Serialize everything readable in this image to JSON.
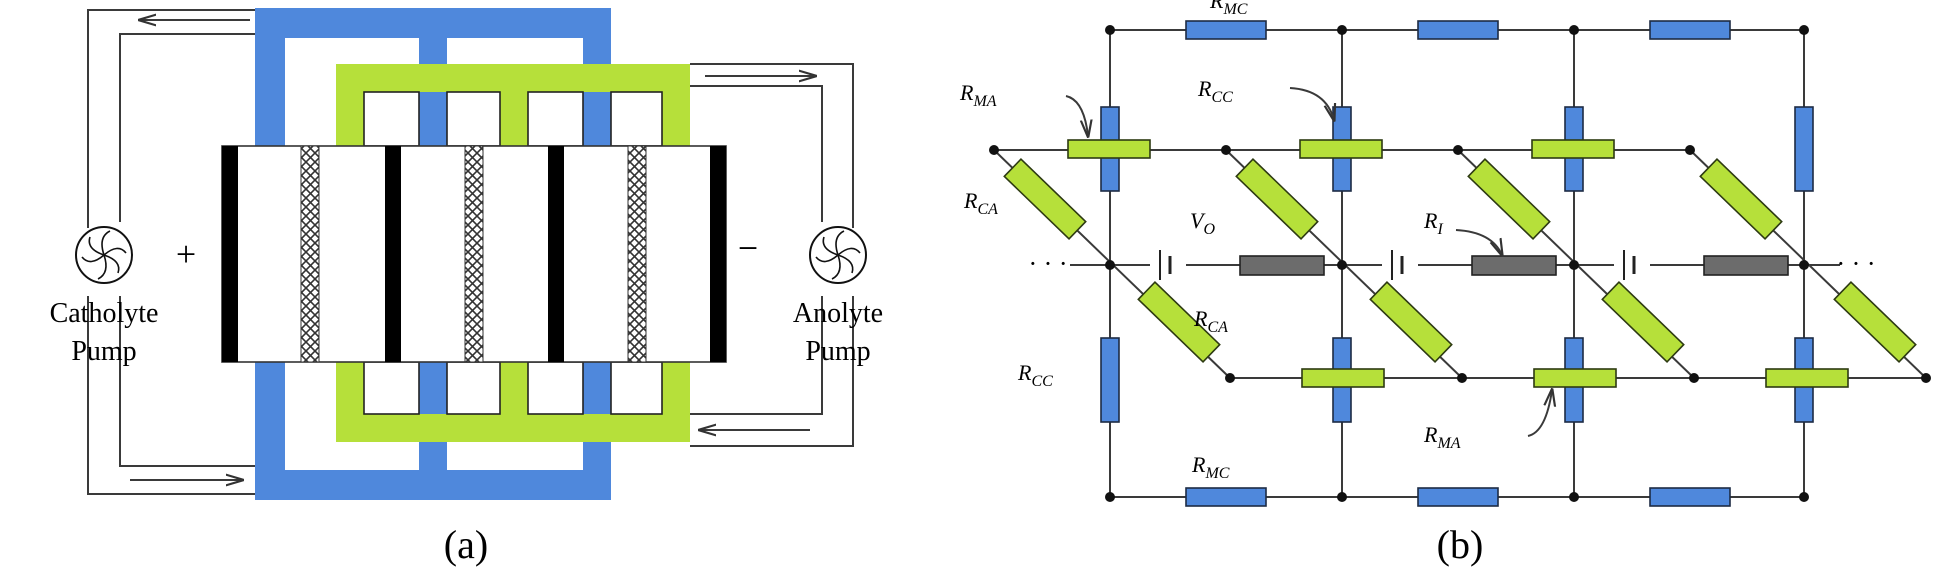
{
  "panel_a": {
    "caption": "(a)",
    "plus_sign": "+",
    "minus_sign": "−",
    "catholyte_pump": [
      "Catholyte",
      "Pump"
    ],
    "anolyte_pump": [
      "Anolyte",
      "Pump"
    ],
    "colors": {
      "catholyte": "#4f88dc",
      "anolyte": "#b6e03a",
      "electrode": "#000000"
    }
  },
  "panel_b": {
    "caption": "(b)",
    "labels": {
      "rmc_top": {
        "main": "R",
        "sub": "MC"
      },
      "rma_top": {
        "main": "R",
        "sub": "MA"
      },
      "rcc_top": {
        "main": "R",
        "sub": "CC"
      },
      "rca_left": {
        "main": "R",
        "sub": "CA"
      },
      "vo": {
        "main": "V",
        "sub": "O"
      },
      "ri": {
        "main": "R",
        "sub": "I"
      },
      "rca_mid": {
        "main": "R",
        "sub": "CA"
      },
      "rcc_left": {
        "main": "R",
        "sub": "CC"
      },
      "rma_bottom": {
        "main": "R",
        "sub": "MA"
      },
      "rmc_bottom": {
        "main": "R",
        "sub": "MC"
      }
    },
    "ellipsis_left": "· · ·",
    "ellipsis_right": "· · ·",
    "colors": {
      "resistor_blue": "#4f88dc",
      "resistor_green": "#b6e03a",
      "resistor_grey": "#6c6c6c"
    }
  }
}
